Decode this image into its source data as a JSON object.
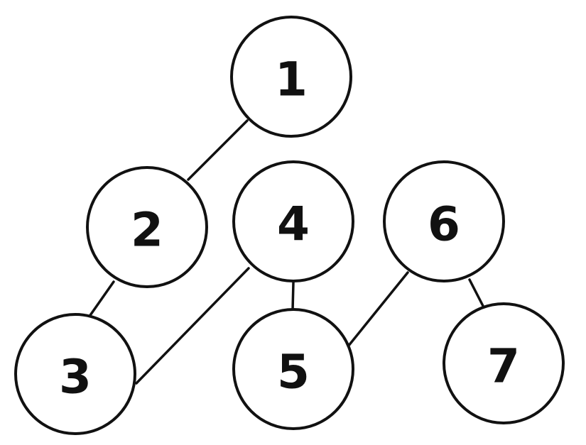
{
  "nodes": [
    {
      "id": "1",
      "label": "1"
    },
    {
      "id": "2",
      "label": "2"
    },
    {
      "id": "3",
      "label": "3"
    },
    {
      "id": "4",
      "label": "4"
    },
    {
      "id": "5",
      "label": "5"
    },
    {
      "id": "6",
      "label": "6"
    },
    {
      "id": "7",
      "label": "7"
    }
  ],
  "edges": [
    {
      "from": "1",
      "to": "2"
    },
    {
      "from": "2",
      "to": "3"
    },
    {
      "from": "4",
      "to": "3"
    },
    {
      "from": "4",
      "to": "5"
    },
    {
      "from": "6",
      "to": "5"
    },
    {
      "from": "6",
      "to": "7"
    }
  ],
  "colors": {
    "stroke": "#111111",
    "fill": "#ffffff"
  }
}
